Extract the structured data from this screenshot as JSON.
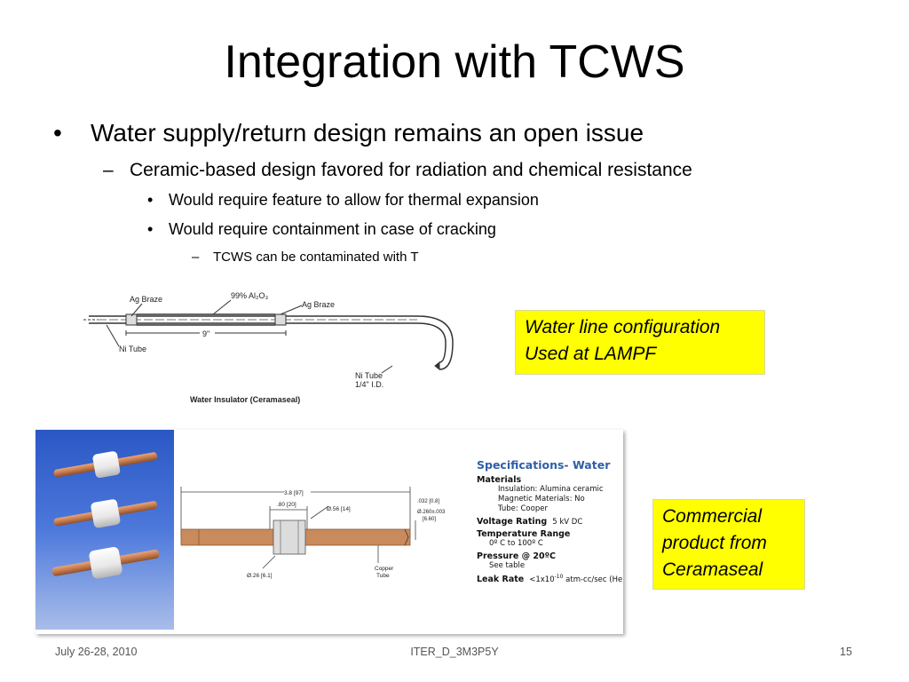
{
  "slide": {
    "title": "Integration with TCWS",
    "bullets": {
      "l1": "Water supply/return design remains an open issue",
      "l2": "Ceramic-based design favored for radiation and chemical resistance",
      "l3a": "Would require feature to allow for thermal expansion",
      "l3b": "Would require containment in case of cracking",
      "l4": "TCWS can be contaminated with T"
    },
    "markers": {
      "bullet": "•",
      "dash": "–"
    }
  },
  "drawing1": {
    "ag_braze_left": "Ag Braze",
    "alumina": "99% Al₂O₃",
    "ag_braze_right": "Ag Braze",
    "length": "9\"",
    "ni_tube": "Ni Tube",
    "ni_tube_right_1": "Ni Tube",
    "ni_tube_right_2": "1/4\" I.D.",
    "caption": "Water Insulator  (Ceramaseal)"
  },
  "note1": {
    "line1": "Water line configuration",
    "line2": "Used at LAMPF"
  },
  "note2": {
    "line1": "Commercial",
    "line2": "product from",
    "line3": "Ceramaseal"
  },
  "drawing2": {
    "overall": "3.8 [97]",
    "center": ".80 [20]",
    "od": "Ø.56 [14]",
    "wall": ".032 [0.8]",
    "tube_d_1": "Ø.260±.003",
    "tube_d_2": "[6.60]",
    "tube_id": "Ø.26 [6.1]",
    "copper_1": "Copper",
    "copper_2": "Tube"
  },
  "specs": {
    "heading": "Specifications- Water",
    "materials_label": "Materials",
    "insulation": "Insulation:  Alumina ceramic",
    "magnetic": "Magnetic Materials:  No",
    "tube": "Tube:  Cooper",
    "voltage_label": "Voltage Rating",
    "voltage_value": "5 kV DC",
    "temp_label": "Temperature Range",
    "temp_value": "0º C to 100º C",
    "pressure_label": "Pressure @ 20ºC",
    "pressure_value": "See table",
    "leak_label": "Leak Rate",
    "leak_value_a": "<1x10",
    "leak_value_exp": "-10",
    "leak_value_b": " atm-cc/sec (He)"
  },
  "footer": {
    "date": "July 26-28, 2010",
    "id": "ITER_D_3M3P5Y",
    "page": "15"
  },
  "colors": {
    "highlight": "#ffff00",
    "spec_heading": "#2e5ea8",
    "copper": "#c98a5c"
  }
}
